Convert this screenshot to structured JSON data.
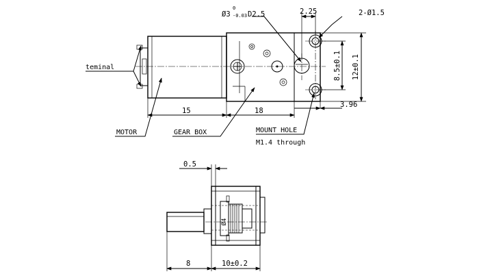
{
  "labels": {
    "terminal": "teminal",
    "motor": "MOTOR",
    "gear_box": "GEAR BOX",
    "mount_hole": "MOUNT HOLE",
    "mount_hole_note": "M1.4 through"
  },
  "dimensions": {
    "shaft_dia_main": "Ø3",
    "shaft_tol_upper": "0",
    "shaft_tol_lower": "-0.03",
    "shaft_flat": "D2.5",
    "hole_offset": "2.25",
    "holes": "2-Ø1.5",
    "hole_spacing": "8.5±0.1",
    "gearbox_height": "12±0.1",
    "motor_length": "15",
    "gearbox_length": "18",
    "edge_offset": "3.96",
    "plate_gap": "0.5",
    "gear_dia": "Ø4",
    "shaft_length": "8",
    "gearbox_width": "10±0.2"
  }
}
